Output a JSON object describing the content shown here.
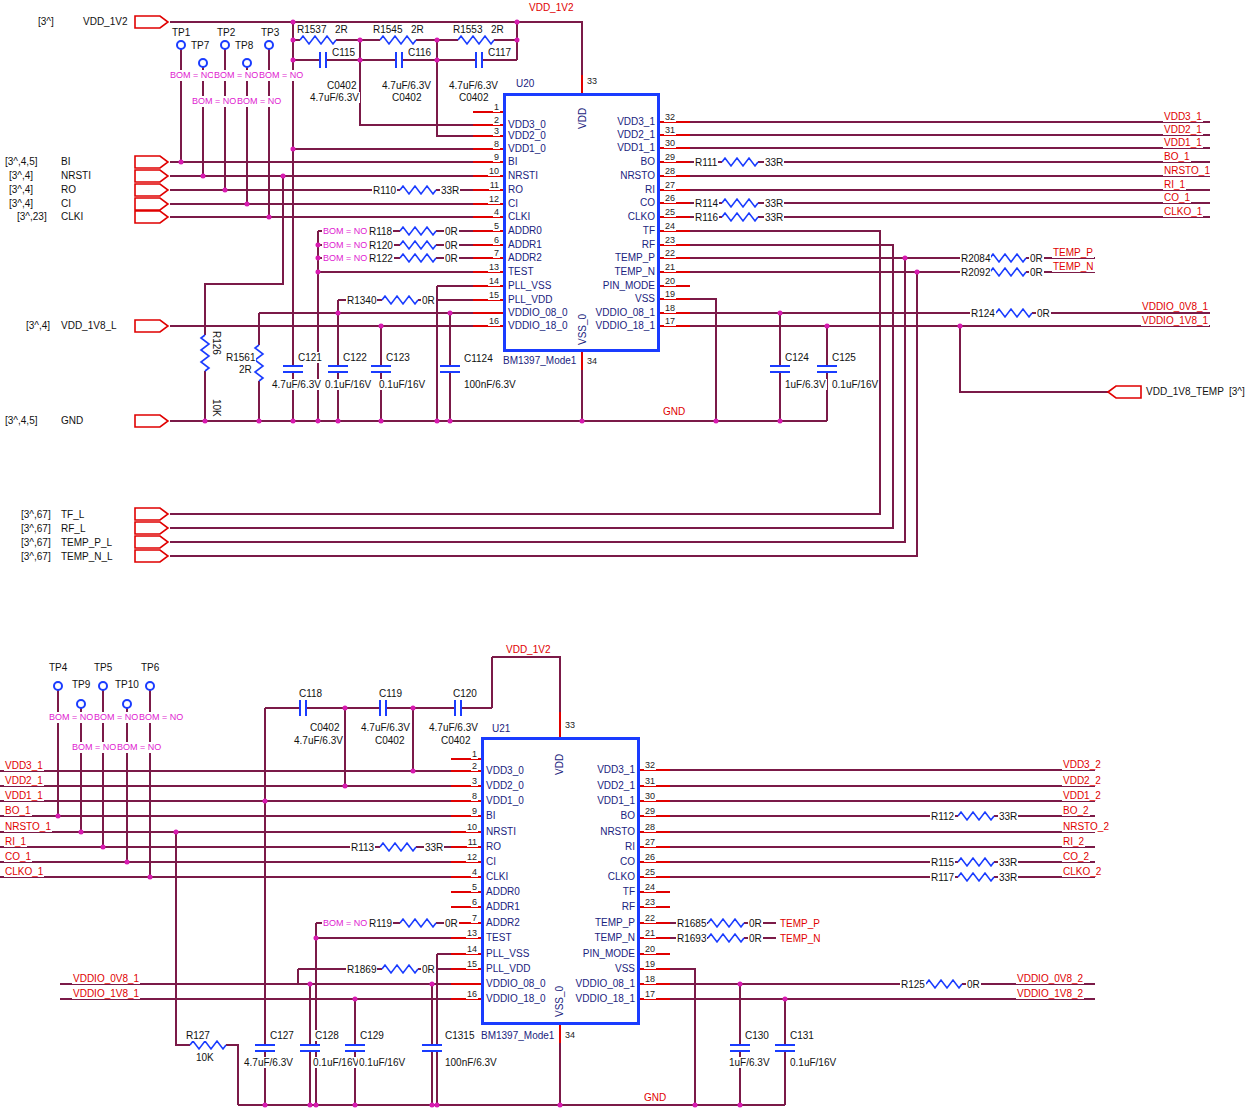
{
  "diagram": {
    "nodes": [
      {
        "text": [
          "U20",
          "VDD",
          "VSS_0",
          "VDD3_0",
          "VDD2_0",
          "VDD1_0",
          "BI",
          "NRSTI",
          "RO",
          "CI",
          "CLKI",
          "ADDR0",
          "ADDR1",
          "ADDR2",
          "TEST",
          "PLL_VSS",
          "PLL_VDD",
          "VDDIO_08_0",
          "VDDIO_18_0",
          "VDD3_1",
          "VDD2_1",
          "VDD1_1",
          "BO",
          "NRSTO",
          "RI",
          "CO",
          "CLKO",
          "TF",
          "RF",
          "TEMP_P",
          "TEMP_N",
          "PIN_MODE",
          "VSS",
          "VDDIO_08_1",
          "VDDIO_18_1",
          "BM1397_Mode1"
        ]
      },
      {
        "text": [
          "U21",
          "VDD",
          "VSS_0",
          "VDD3_0",
          "VDD2_0",
          "VDD1_0",
          "BI",
          "NRSTI",
          "RO",
          "CI",
          "CLKI",
          "ADDR0",
          "ADDR1",
          "ADDR2",
          "TEST",
          "PLL_VSS",
          "PLL_VDD",
          "VDDIO_08_0",
          "VDDIO_18_0",
          "VDD3_1",
          "VDD2_1",
          "VDD1_1",
          "BO",
          "NRSTO",
          "RI",
          "CO",
          "CLKO",
          "TF",
          "RF",
          "TEMP_P",
          "TEMP_N",
          "PIN_MODE",
          "VSS",
          "VDDIO_08_1",
          "VDDIO_18_1",
          "BM1397_Mode1"
        ]
      }
    ],
    "labels": [
      "[3^]",
      "VDD_1V2",
      "VDD_1V2",
      "TP1",
      "TP2",
      "TP3",
      "TP7",
      "TP8",
      "R1537",
      "2R",
      "R1545",
      "2R",
      "R1553",
      "2R",
      "C115",
      "C116",
      "C117",
      "BOM = NO",
      "BOM = NO",
      "BOM = NO",
      "BOM = NO",
      "BOM = NO",
      "C0402",
      "4.7uF/6.3V",
      "4.7uF/6.3V",
      "C0402",
      "4.7uF/6.3V",
      "C0402",
      "[3^,4,5]",
      "BI",
      "[3^,4]",
      "NRSTI",
      "[3^,4]",
      "RO",
      "[3^,4]",
      "CI",
      "[3^,23]",
      "CLKI",
      "R110",
      "33R",
      "BOM = NO",
      "R118",
      "0R",
      "BOM = NO",
      "R120",
      "0R",
      "BOM = NO",
      "R122",
      "0R",
      "R1340",
      "0R",
      "[3^,4]",
      "VDD_1V8_L",
      "R126",
      "R1561",
      "2R",
      "C121",
      "4.7uF/6.3V",
      "C122",
      "0.1uF/16V",
      "C123",
      "0.1uF/16V",
      "C1124",
      "100nF/6.3V",
      "10K",
      "[3^,4,5]",
      "GND",
      "GND",
      "R111",
      "33R",
      "R114",
      "33R",
      "R116",
      "33R",
      "VDD3_1",
      "VDD2_1",
      "VDD1_1",
      "BO_1",
      "NRSTO_1",
      "RI_1",
      "CO_1",
      "CLKO_1",
      "R2084",
      "0R",
      "R2092",
      "0R",
      "TEMP_P",
      "TEMP_N",
      "R124",
      "0R",
      "VDDIO_0V8_1",
      "VDDIO_1V8_1",
      "C124",
      "1uF/6.3V",
      "C125",
      "0.1uF/16V",
      "VDD_1V8_TEMP",
      "[3^]",
      "[3^,67]",
      "TF_L",
      "[3^,67]",
      "RF_L",
      "[3^,67]",
      "TEMP_P_L",
      "[3^,67]",
      "TEMP_N_L",
      "TP4",
      "TP5",
      "TP6",
      "TP9",
      "TP10",
      "BOM = NO",
      "BOM = NO",
      "BOM = NO",
      "BOM = NO",
      "BOM = NO",
      "C118",
      "C119",
      "C120",
      "VDD_1V2",
      "C0402",
      "4.7uF/6.3V",
      "4.7uF/6.3V",
      "C0402",
      "4.7uF/6.3V",
      "C0402",
      "VDD3_1",
      "VDD2_1",
      "VDD1_1",
      "BO_1",
      "NRSTO_1",
      "RI_1",
      "CO_1",
      "CLKO_1",
      "R113",
      "33R",
      "BOM = NO",
      "R119",
      "0R",
      "R1869",
      "0R",
      "VDDIO_0V8_1",
      "VDDIO_1V8_1",
      "R127",
      "10K",
      "C127",
      "4.7uF/6.3V",
      "C128",
      "0.1uF/16V",
      "C129",
      "0.1uF/16V",
      "C1315",
      "100nF/6.3V",
      "GND",
      "R112",
      "33R",
      "VDD3_2",
      "VDD2_2",
      "VDD1_2",
      "BO_2",
      "NRSTO_2",
      "RI_2",
      "CO_2",
      "CLKO_2",
      "R115",
      "33R",
      "R117",
      "33R",
      "R1685",
      "0R",
      "R1693",
      "0R",
      "TEMP_P",
      "TEMP_N",
      "R125",
      "0R",
      "VDDIO_0V8_2",
      "VDDIO_1V8_2",
      "C130",
      "1uF/6.3V",
      "C131",
      "0.1uF/16V",
      "1",
      "2",
      "3",
      "8",
      "9",
      "10",
      "11",
      "12",
      "4",
      "5",
      "6",
      "7",
      "13",
      "14",
      "15",
      "16",
      "32",
      "31",
      "30",
      "29",
      "28",
      "27",
      "26",
      "25",
      "24",
      "23",
      "22",
      "21",
      "20",
      "19",
      "18",
      "17",
      "33",
      "34",
      "1",
      "2",
      "3",
      "8",
      "9",
      "10",
      "11",
      "12",
      "4",
      "5",
      "6",
      "7",
      "13",
      "14",
      "15",
      "16",
      "32",
      "31",
      "30",
      "29",
      "28",
      "27",
      "26",
      "25",
      "24",
      "23",
      "22",
      "21",
      "20",
      "19",
      "18",
      "17",
      "33",
      "34"
    ]
  }
}
